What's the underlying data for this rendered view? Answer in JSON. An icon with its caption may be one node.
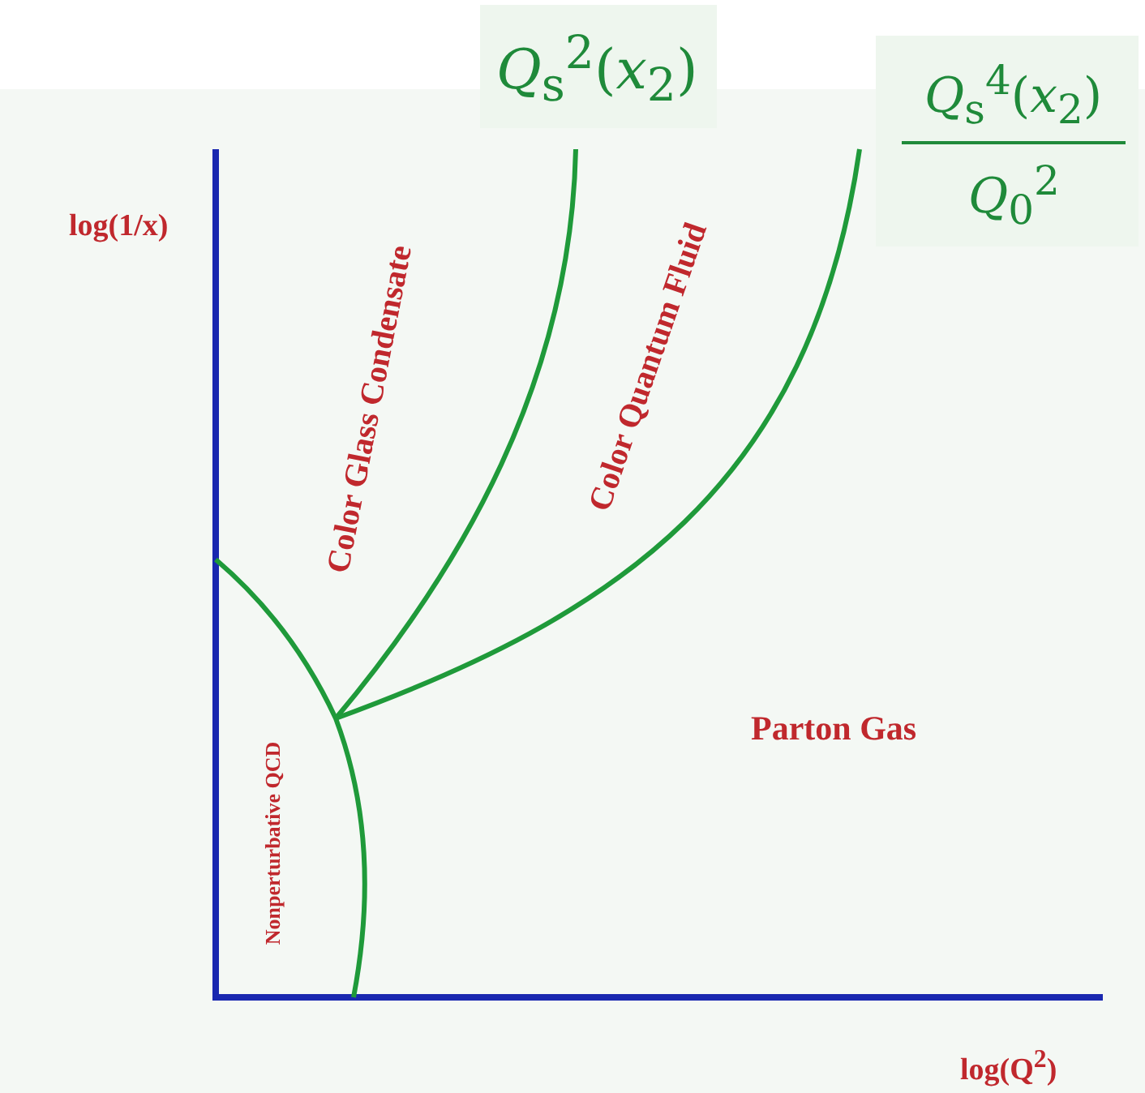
{
  "diagram": {
    "labels": [
      "*Q*$_{s}$$^{2}$(*x*$_{2}$)",
      "*Q*$_{s}$$^{4}$(*x*$_{2}$)",
      "*Q*$_{0}$$^{2}$",
      "log(1/x)",
      "Color Glass Condensate",
      "Color Quantum Fluid",
      "Parton Gas",
      "Nonperturbative QCD",
      "log(Q$^{2}$)"
    ]
  }
}
